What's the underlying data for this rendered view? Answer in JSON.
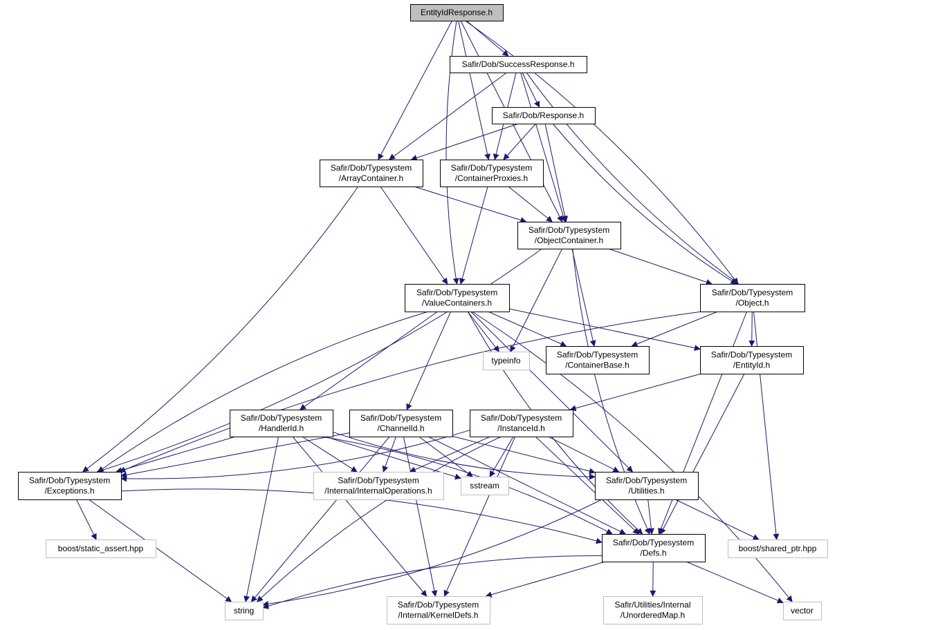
{
  "colors": {
    "edge": "#191970",
    "main_fill": "#bfbfbf",
    "external_border": "#bfbfbf",
    "node_border": "#000000"
  },
  "nodes": [
    {
      "id": "entityidresponse",
      "lines": [
        "EntityIdResponse.h"
      ],
      "kind": "main"
    },
    {
      "id": "successresponse",
      "lines": [
        "Safir/Dob/SuccessResponse.h"
      ],
      "kind": "doc"
    },
    {
      "id": "response",
      "lines": [
        "Safir/Dob/Response.h"
      ],
      "kind": "doc"
    },
    {
      "id": "arraycontainer",
      "lines": [
        "Safir/Dob/Typesystem",
        "/ArrayContainer.h"
      ],
      "kind": "doc"
    },
    {
      "id": "containerproxies",
      "lines": [
        "Safir/Dob/Typesystem",
        "/ContainerProxies.h"
      ],
      "kind": "doc"
    },
    {
      "id": "objectcontainer",
      "lines": [
        "Safir/Dob/Typesystem",
        "/ObjectContainer.h"
      ],
      "kind": "doc"
    },
    {
      "id": "valuecontainers",
      "lines": [
        "Safir/Dob/Typesystem",
        "/ValueContainers.h"
      ],
      "kind": "doc"
    },
    {
      "id": "object",
      "lines": [
        "Safir/Dob/Typesystem",
        "/Object.h"
      ],
      "kind": "doc"
    },
    {
      "id": "typeinfo",
      "lines": [
        "typeinfo"
      ],
      "kind": "ext"
    },
    {
      "id": "containerbase",
      "lines": [
        "Safir/Dob/Typesystem",
        "/ContainerBase.h"
      ],
      "kind": "doc"
    },
    {
      "id": "entityid",
      "lines": [
        "Safir/Dob/Typesystem",
        "/EntityId.h"
      ],
      "kind": "doc"
    },
    {
      "id": "handlerid",
      "lines": [
        "Safir/Dob/Typesystem",
        "/HandlerId.h"
      ],
      "kind": "doc"
    },
    {
      "id": "channelid",
      "lines": [
        "Safir/Dob/Typesystem",
        "/ChannelId.h"
      ],
      "kind": "doc"
    },
    {
      "id": "instanceid",
      "lines": [
        "Safir/Dob/Typesystem",
        "/InstanceId.h"
      ],
      "kind": "doc"
    },
    {
      "id": "exceptions",
      "lines": [
        "Safir/Dob/Typesystem",
        "/Exceptions.h"
      ],
      "kind": "doc"
    },
    {
      "id": "internaloperations",
      "lines": [
        "Safir/Dob/Typesystem",
        "/Internal/InternalOperations.h"
      ],
      "kind": "ext"
    },
    {
      "id": "sstream",
      "lines": [
        "sstream"
      ],
      "kind": "ext"
    },
    {
      "id": "utilities",
      "lines": [
        "Safir/Dob/Typesystem",
        "/Utilities.h"
      ],
      "kind": "doc"
    },
    {
      "id": "staticassert",
      "lines": [
        "boost/static_assert.hpp"
      ],
      "kind": "ext"
    },
    {
      "id": "defs",
      "lines": [
        "Safir/Dob/Typesystem",
        "/Defs.h"
      ],
      "kind": "doc"
    },
    {
      "id": "sharedptr",
      "lines": [
        "boost/shared_ptr.hpp"
      ],
      "kind": "ext"
    },
    {
      "id": "string",
      "lines": [
        "string"
      ],
      "kind": "ext"
    },
    {
      "id": "kerneldefs",
      "lines": [
        "Safir/Dob/Typesystem",
        "/Internal/KernelDefs.h"
      ],
      "kind": "ext"
    },
    {
      "id": "unorderedmap",
      "lines": [
        "Safir/Utilities/Internal",
        "/UnorderedMap.h"
      ],
      "kind": "ext"
    },
    {
      "id": "vector",
      "lines": [
        "vector"
      ],
      "kind": "ext"
    }
  ],
  "edges": [
    [
      "entityidresponse",
      "successresponse"
    ],
    [
      "entityidresponse",
      "arraycontainer"
    ],
    [
      "entityidresponse",
      "containerproxies"
    ],
    [
      "entityidresponse",
      "objectcontainer"
    ],
    [
      "entityidresponse",
      "valuecontainers"
    ],
    [
      "entityidresponse",
      "object"
    ],
    [
      "successresponse",
      "response"
    ],
    [
      "successresponse",
      "arraycontainer"
    ],
    [
      "successresponse",
      "containerproxies"
    ],
    [
      "successresponse",
      "objectcontainer"
    ],
    [
      "successresponse",
      "object"
    ],
    [
      "response",
      "arraycontainer"
    ],
    [
      "response",
      "containerproxies"
    ],
    [
      "response",
      "objectcontainer"
    ],
    [
      "response",
      "object"
    ],
    [
      "arraycontainer",
      "objectcontainer"
    ],
    [
      "arraycontainer",
      "valuecontainers"
    ],
    [
      "arraycontainer",
      "exceptions"
    ],
    [
      "containerproxies",
      "objectcontainer"
    ],
    [
      "containerproxies",
      "valuecontainers"
    ],
    [
      "objectcontainer",
      "object"
    ],
    [
      "objectcontainer",
      "typeinfo"
    ],
    [
      "objectcontainer",
      "containerbase"
    ],
    [
      "objectcontainer",
      "exceptions"
    ],
    [
      "objectcontainer",
      "defs"
    ],
    [
      "valuecontainers",
      "typeinfo"
    ],
    [
      "valuecontainers",
      "containerbase"
    ],
    [
      "valuecontainers",
      "entityid"
    ],
    [
      "valuecontainers",
      "handlerid"
    ],
    [
      "valuecontainers",
      "channelid"
    ],
    [
      "valuecontainers",
      "exceptions"
    ],
    [
      "valuecontainers",
      "utilities"
    ],
    [
      "valuecontainers",
      "defs"
    ],
    [
      "valuecontainers",
      "vector"
    ],
    [
      "object",
      "containerbase"
    ],
    [
      "object",
      "entityid"
    ],
    [
      "object",
      "exceptions"
    ],
    [
      "object",
      "defs"
    ],
    [
      "object",
      "sharedptr"
    ],
    [
      "entityid",
      "instanceid"
    ],
    [
      "entityid",
      "defs"
    ],
    [
      "handlerid",
      "exceptions"
    ],
    [
      "handlerid",
      "internaloperations"
    ],
    [
      "handlerid",
      "sstream"
    ],
    [
      "handlerid",
      "utilities"
    ],
    [
      "handlerid",
      "defs"
    ],
    [
      "handlerid",
      "string"
    ],
    [
      "handlerid",
      "kerneldefs"
    ],
    [
      "channelid",
      "exceptions"
    ],
    [
      "channelid",
      "internaloperations"
    ],
    [
      "channelid",
      "sstream"
    ],
    [
      "channelid",
      "utilities"
    ],
    [
      "channelid",
      "defs"
    ],
    [
      "channelid",
      "string"
    ],
    [
      "channelid",
      "kerneldefs"
    ],
    [
      "instanceid",
      "exceptions"
    ],
    [
      "instanceid",
      "internaloperations"
    ],
    [
      "instanceid",
      "sstream"
    ],
    [
      "instanceid",
      "utilities"
    ],
    [
      "instanceid",
      "defs"
    ],
    [
      "instanceid",
      "string"
    ],
    [
      "instanceid",
      "kerneldefs"
    ],
    [
      "exceptions",
      "staticassert"
    ],
    [
      "exceptions",
      "defs"
    ],
    [
      "exceptions",
      "string"
    ],
    [
      "utilities",
      "defs"
    ],
    [
      "utilities",
      "sharedptr"
    ],
    [
      "utilities",
      "string"
    ],
    [
      "defs",
      "string"
    ],
    [
      "defs",
      "kerneldefs"
    ],
    [
      "defs",
      "unorderedmap"
    ],
    [
      "defs",
      "vector"
    ]
  ]
}
